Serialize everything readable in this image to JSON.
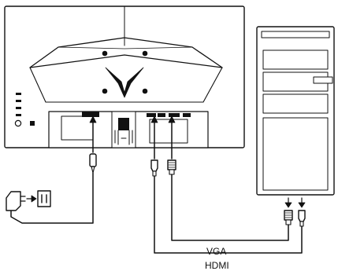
{
  "diagram": {
    "labels": {
      "vga": "VGA",
      "hdmi": "HDMI"
    },
    "components": [
      "monitor-rear-view",
      "pc-tower",
      "power-adapter",
      "wall-outlet",
      "hdmi-cable",
      "vga-cable",
      "power-cable"
    ],
    "colors": {
      "line": "#111111",
      "fill": "#ffffff"
    }
  }
}
